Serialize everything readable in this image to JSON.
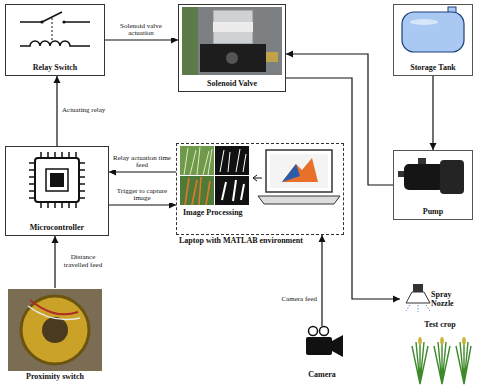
{
  "diagram": {
    "nodes": [
      {
        "text": [
          "Relay Switch"
        ]
      },
      {
        "text": [
          "Solenoid Valve"
        ]
      },
      {
        "text": [
          "Storage Tank"
        ]
      },
      {
        "text": [
          "Microcontroller"
        ]
      },
      {
        "text": [
          "Image Processing",
          "Laptop with MATLAB environment"
        ]
      },
      {
        "text": [
          "Pump"
        ]
      },
      {
        "text": [
          "Proximity switch"
        ]
      },
      {
        "text": [
          "Camera"
        ]
      },
      {
        "text": [
          "Spray Nozzle"
        ]
      },
      {
        "text": [
          "Test crop"
        ]
      }
    ],
    "edges": [
      {
        "from": 0,
        "to": 1,
        "arrow": "to",
        "label": "Solenoid valve actuation"
      },
      {
        "from": 3,
        "to": 0,
        "arrow": "to",
        "label": "Actuating relay"
      },
      {
        "from": 4,
        "to": 3,
        "arrow": "to",
        "label": "Relay actuation time feed"
      },
      {
        "from": 3,
        "to": 4,
        "arrow": "to",
        "label": "Trigger to capture image"
      },
      {
        "from": 6,
        "to": 3,
        "arrow": "to",
        "label": "Distance travelled feed"
      },
      {
        "from": 7,
        "to": 4,
        "arrow": "to",
        "label": "Camera feed"
      },
      {
        "from": 2,
        "to": 5,
        "arrow": "to"
      },
      {
        "from": 5,
        "to": 1,
        "arrow": "to"
      },
      {
        "from": 1,
        "to": 8,
        "arrow": "to"
      }
    ]
  }
}
